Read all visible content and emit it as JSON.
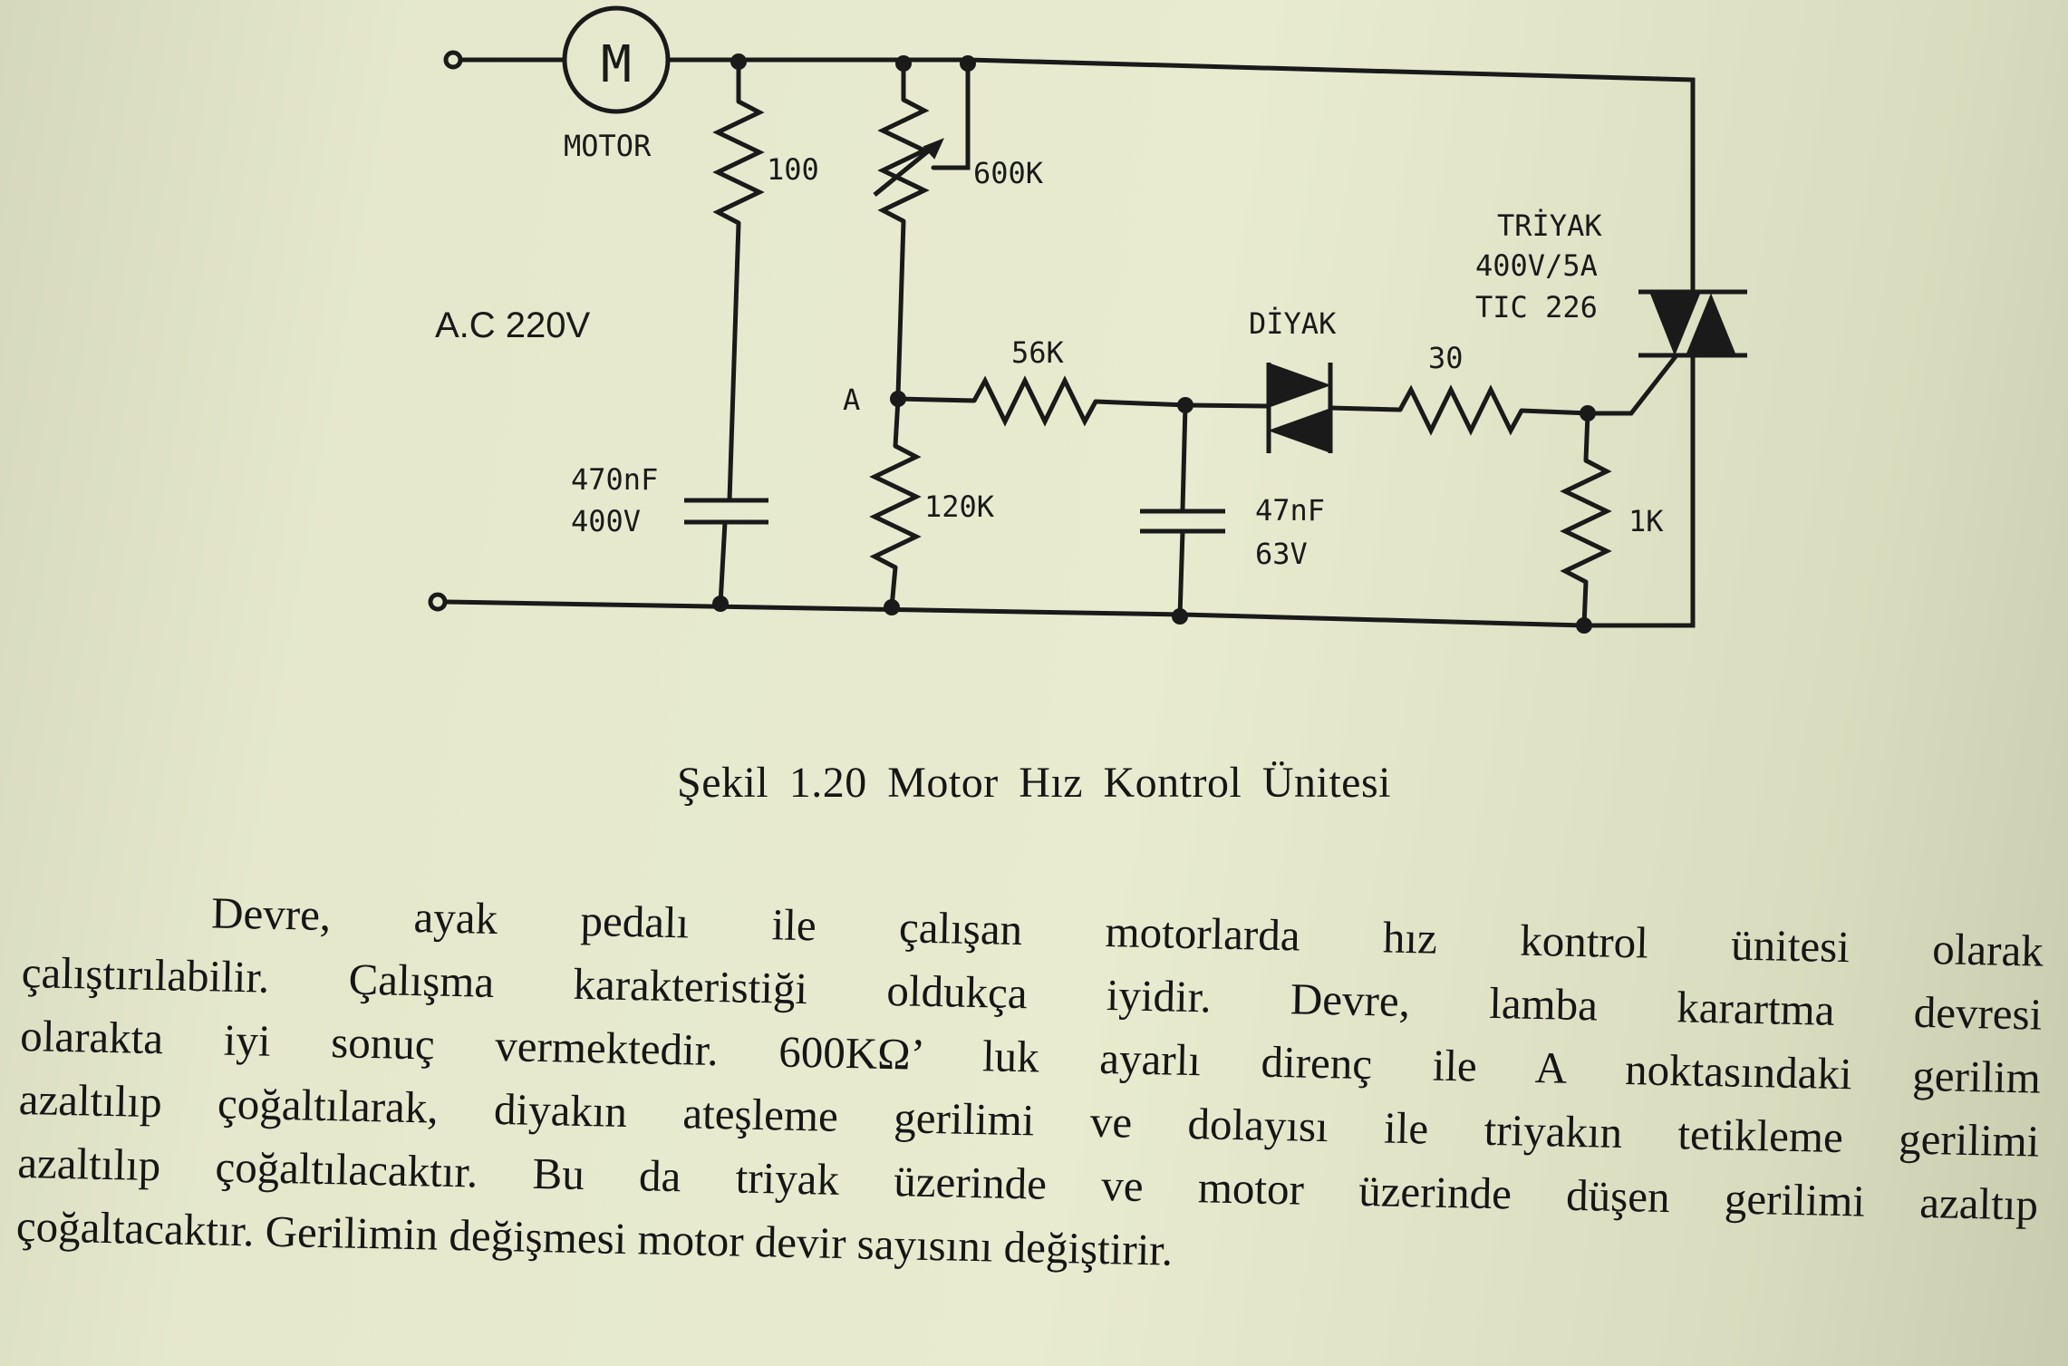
{
  "figure": {
    "labels": {
      "motor_symbol": "M",
      "motor": "MOTOR",
      "source": "A.C 220V",
      "r_100": "100",
      "pot_600k": "600K",
      "node_a": "A",
      "r_56k": "56K",
      "r_120k": "120K",
      "cap1_value": "470nF",
      "cap1_voltage": "400V",
      "cap2_value": "47nF",
      "cap2_voltage": "63V",
      "diac": "DİYAK",
      "r_30": "30",
      "r_1k": "1K",
      "triac_name": "TRİYAK",
      "triac_rating": "400V/5A",
      "triac_part": "TIC 226"
    },
    "caption": "Şekil 1.20 Motor Hız Kontrol Ünitesi"
  },
  "paragraph": {
    "lines": [
      "Devre, ayak pedalı ile çalışan motorlarda hız kontrol ünitesi olarak",
      "çalıştırılabilir. Çalışma karakteristiği oldukça iyidir. Devre, lamba karartma devresi",
      "olarakta iyi sonuç vermektedir. 600KΩ’ luk ayarlı direnç ile A noktasındaki gerilim",
      "azaltılıp çoğaltılarak, diyakın ateşleme gerilimi ve dolayısı ile triyakın tetikleme gerilimi",
      "azaltılıp çoğaltılacaktır. Bu da triyak üzerinde ve motor üzerinde düşen gerilimi azaltıp",
      "çoğaltacaktır. Gerilimin değişmesi motor devir sayısını değiştirir."
    ]
  }
}
